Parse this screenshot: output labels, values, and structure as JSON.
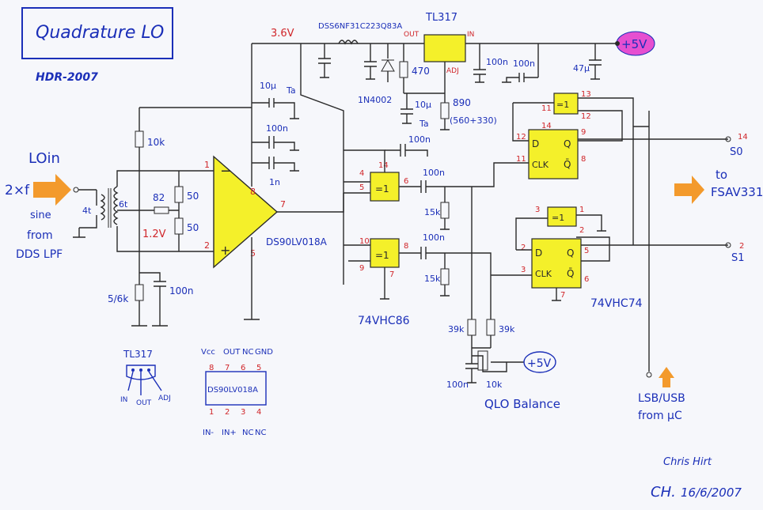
{
  "title": "Quadrature LO",
  "subtitle": "HDR-2007",
  "input": {
    "lo_in": "LOin",
    "freq": "2×f",
    "wave": "sine",
    "from1": "from",
    "from2": "DDS LPF"
  },
  "output": {
    "to": "to",
    "target": "FSAV331",
    "s0_label": "S0",
    "s0_pin": "14",
    "s1_label": "S1",
    "s1_pin": "2"
  },
  "supply": {
    "v5": "+5V",
    "v36": "3.6V",
    "v12": "1.2V",
    "balance_v5": "+5V"
  },
  "regulator": {
    "name": "TL317",
    "out": "OUT",
    "in": "IN",
    "adj": "ADJ",
    "pinout_title": "TL317",
    "pinout_in": "IN",
    "pinout_out": "OUT",
    "pinout_adj": "ADJ"
  },
  "filter_part": "DSS6NF31C223Q83A",
  "comparator": {
    "name": "DS90LV018A",
    "pin1": "1",
    "pin2": "2",
    "pin5": "5",
    "pin7": "7",
    "pin8": "8",
    "pkg_top": [
      "Vcc",
      "OUT",
      "NC",
      "GND"
    ],
    "pkg_top_pins": [
      "8",
      "7",
      "6",
      "5"
    ],
    "pkg_label": "DS90LV018A",
    "pkg_bot_pins": [
      "1",
      "2",
      "3",
      "4"
    ],
    "pkg_bot": [
      "IN-",
      "IN+",
      "NC",
      "NC"
    ]
  },
  "xor": {
    "name": "74VHC86",
    "sym": "=1",
    "g1": {
      "in_a": "4",
      "in_b": "5",
      "out": "6",
      "vcc": "14"
    },
    "g2": {
      "in_a": "10",
      "in_b": "9",
      "out": "8",
      "gnd": "7"
    },
    "g3": {
      "in_a": "11",
      "out": "13",
      "in_b": "12"
    },
    "g4": {
      "in_a": "1",
      "out": "3",
      "in_b": "2"
    }
  },
  "flipflop": {
    "name": "74VHC74",
    "d": "D",
    "q": "Q",
    "clk": "CLK",
    "qbar": "Q̄",
    "ff1": {
      "d_pin": "12",
      "clk_pin": "11",
      "q_pin": "9",
      "qbar_pin": "8",
      "vcc": "14"
    },
    "ff2": {
      "d_pin": "2",
      "clk_pin": "3",
      "q_pin": "5",
      "qbar_pin": "6",
      "gnd": "7"
    }
  },
  "components": {
    "r10k": "10k",
    "r56k": "5/6k",
    "c100n_a": "100n",
    "r82": "82",
    "r50a": "50",
    "r50b": "50",
    "t_ratio_a": "4t",
    "t_ratio_b": "6t",
    "c10u_a": "10μ",
    "ta_a": "Ta",
    "c100n_b": "100n",
    "c1n": "1n",
    "d1n4002": "1N4002",
    "r470": "470",
    "r890": "890",
    "r890_note": "(560+330)",
    "c10u_b": "10μ",
    "ta_b": "Ta",
    "c100n_c": "100n",
    "c100n_d": "100n",
    "c47u": "47μ",
    "c100n_e": "100n",
    "c100n_f": "100n",
    "c100n_g": "100n",
    "r15k_a": "15k",
    "r15k_b": "15k",
    "r39k_a": "39k",
    "r39k_b": "39k",
    "c100n_h": "100n",
    "pot10k": "10k"
  },
  "balance_label": "QLO Balance",
  "lsb": {
    "line1": "LSB/USB",
    "line2": "from μC"
  },
  "author": {
    "name": "Chris Hirt",
    "date": "16/6/2007",
    "initials": "CH."
  },
  "colors": {
    "ink_blue": "#1b2fb8",
    "ink_red": "#d0262a",
    "highlight": "#f4f02a",
    "orange": "#f39a2c",
    "magenta": "#e64fd0"
  }
}
